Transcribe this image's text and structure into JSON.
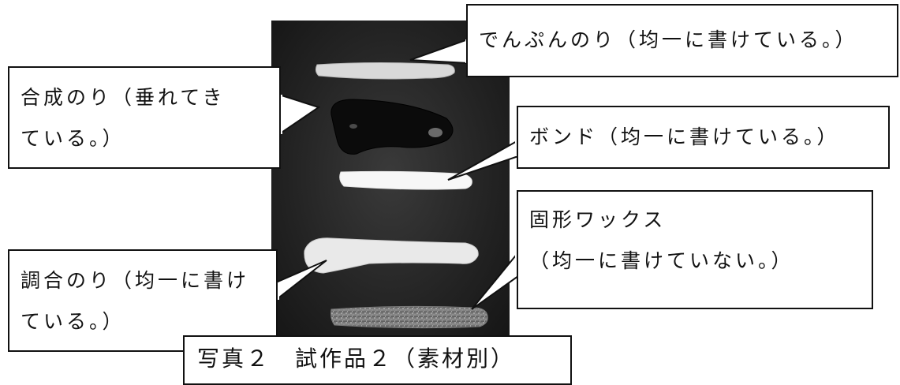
{
  "photo": {
    "background_color": "#2a2a2a",
    "samples": [
      "starch-paste-streak",
      "synthetic-glue-blob",
      "bond-streak",
      "blended-paste-streak",
      "solid-wax-streak"
    ]
  },
  "callouts": {
    "starch_paste": "でんぷんのり（均一に書けている。）",
    "synthetic_glue": {
      "line1": "合成のり（垂れてき",
      "line2": "ている。）"
    },
    "bond": "ボンド（均一に書けている。）",
    "solid_wax": {
      "line1": "固形ワックス",
      "line2": "（均一に書けていない。）"
    },
    "blended_paste": {
      "line1": "調合のり（均一に書け",
      "line2": "ている。）"
    }
  },
  "caption": "写真２　試作品２（素材別）"
}
